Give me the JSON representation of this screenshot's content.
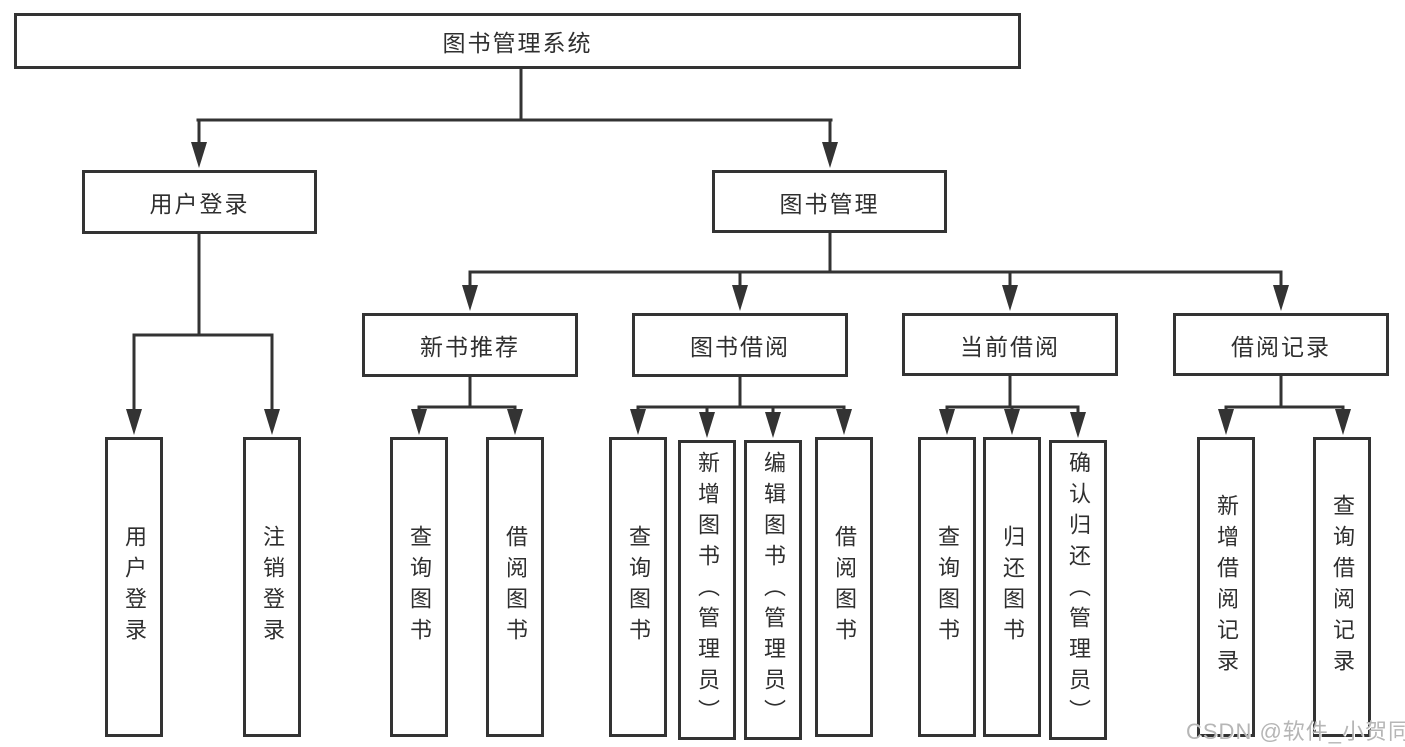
{
  "tree": {
    "root": "图书管理系统",
    "branches": [
      {
        "label": "用户登录",
        "children": [
          "用户登录",
          "注销登录"
        ]
      },
      {
        "label": "图书管理",
        "groups": [
          {
            "label": "新书推荐",
            "children": [
              "查询图书",
              "借阅图书"
            ]
          },
          {
            "label": "图书借阅",
            "children": [
              "查询图书",
              "新增图书（管理员）",
              "编辑图书（管理员）",
              "借阅图书"
            ]
          },
          {
            "label": "当前借阅",
            "children": [
              "查询图书",
              "归还图书",
              "确认归还（管理员）"
            ]
          },
          {
            "label": "借阅记录",
            "children": [
              "新增借阅记录",
              "查询借阅记录"
            ]
          }
        ]
      }
    ]
  },
  "watermark": {
    "text": "CSDN @软件_小贺同学"
  },
  "colors": {
    "line": "#333333",
    "box_border": "#333333",
    "text": "#2f2f2f",
    "background": "#ffffff",
    "watermark": "#b6b6b6"
  }
}
